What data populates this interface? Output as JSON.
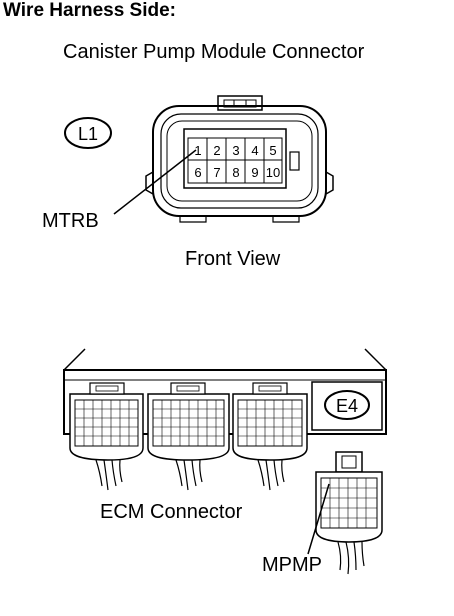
{
  "heading": "Wire Harness Side:",
  "canister_connector": {
    "title": "Canister Pump Module Connector",
    "code": "L1",
    "pins_top": [
      "1",
      "2",
      "3",
      "4",
      "5"
    ],
    "pins_bottom": [
      "6",
      "7",
      "8",
      "9",
      "10"
    ],
    "terminal_label": "MTRB",
    "view_label": "Front View"
  },
  "ecm_connector": {
    "label": "ECM Connector",
    "code": "E4",
    "terminal_label": "MPMP"
  }
}
